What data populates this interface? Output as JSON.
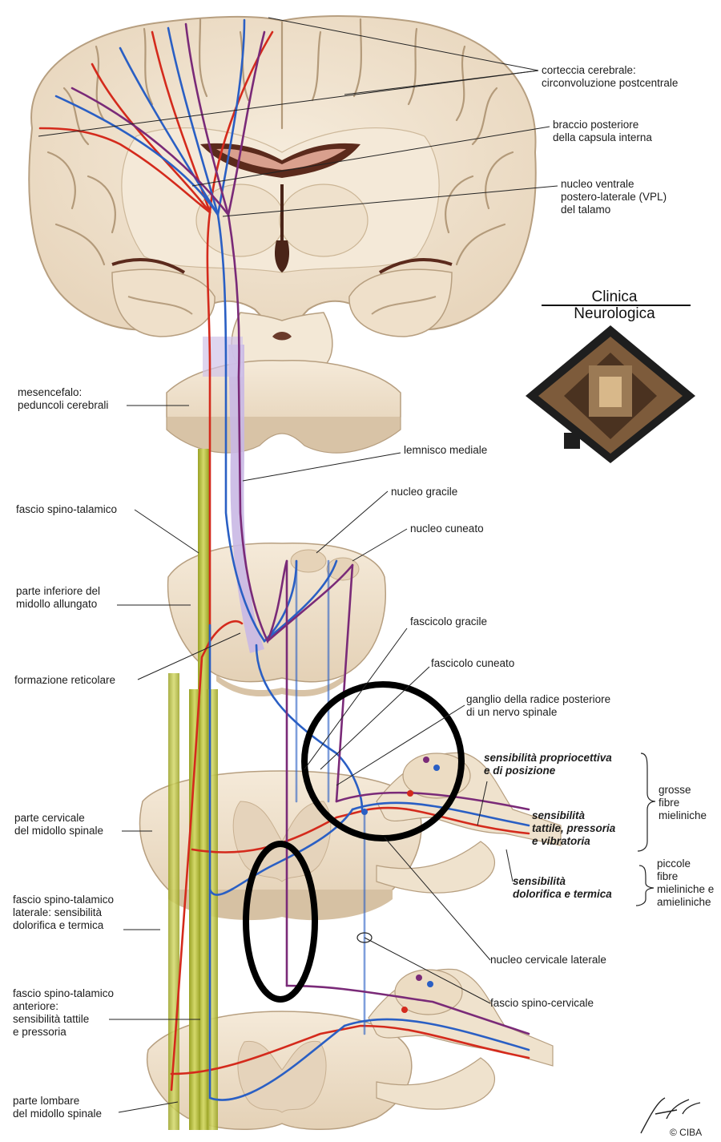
{
  "labels": {
    "corteccia": [
      "corteccia cerebrale:",
      "circonvoluzione postcentrale"
    ],
    "braccio": [
      "braccio posteriore",
      "della capsula interna"
    ],
    "nucleo_vpl": [
      "nucleo ventrale",
      "postero-laterale (VPL)",
      "del talamo"
    ],
    "mesencefalo": [
      "mesencefalo:",
      "peduncoli cerebrali"
    ],
    "lemnisco": "lemnisco mediale",
    "fascio_spino_talamico": "fascio spino-talamico",
    "nucleo_gracile": "nucleo gracile",
    "nucleo_cuneato": "nucleo cuneato",
    "parte_inferiore": [
      "parte inferiore del",
      "midollo allungato"
    ],
    "fascicolo_gracile": "fascicolo gracile",
    "formazione_reticolare": "formazione reticolare",
    "fascicolo_cuneato": "fascicolo cuneato",
    "ganglio": [
      "ganglio della radice posteriore",
      "di un nervo spinale"
    ],
    "sens_proprio": [
      "sensibilità propriocettiva",
      "e di posizione"
    ],
    "sens_tattile": [
      "sensibilità",
      "tattile, pressoria",
      "e vibratoria"
    ],
    "grosse_fibre": [
      "grosse",
      "fibre",
      "mieliniche"
    ],
    "parte_cervicale": [
      "parte cervicale",
      "del midollo spinale"
    ],
    "sens_dolorifica": [
      "sensibilità",
      "dolorifica e termica"
    ],
    "piccole_fibre": [
      "piccole",
      "fibre",
      "mieliniche e",
      "amieliniche"
    ],
    "fascio_laterale": [
      "fascio spino-talamico",
      "laterale: sensibilità",
      "dolorifica e termica"
    ],
    "nucleo_cervicale_laterale": "nucleo cervicale laterale",
    "fascio_anteriore": [
      "fascio spino-talamico",
      "anteriore:",
      "sensibilità tattile",
      "e pressoria"
    ],
    "fascio_spino_cervicale": "fascio spino-cervicale",
    "parte_lombare": [
      "parte lombare",
      "del midollo spinale"
    ]
  },
  "logo": {
    "title": [
      "Clinica",
      "Neurologica"
    ]
  },
  "credit": {
    "signature": "F. Netter M.D.",
    "copyright": "© CIBA"
  },
  "colors": {
    "tissue": "#f1e6d4",
    "tissue_shadow": "#d9c7ae",
    "grey_matter": "#e3d2bb",
    "red_pathway": "#d42a1c",
    "blue_pathway": "#2a5fc4",
    "purple_pathway": "#7a2a78",
    "lemniscus": "#c8b6e2",
    "spinothalamic_tract": "#b8c03a",
    "annotation_ring": "#000000"
  }
}
